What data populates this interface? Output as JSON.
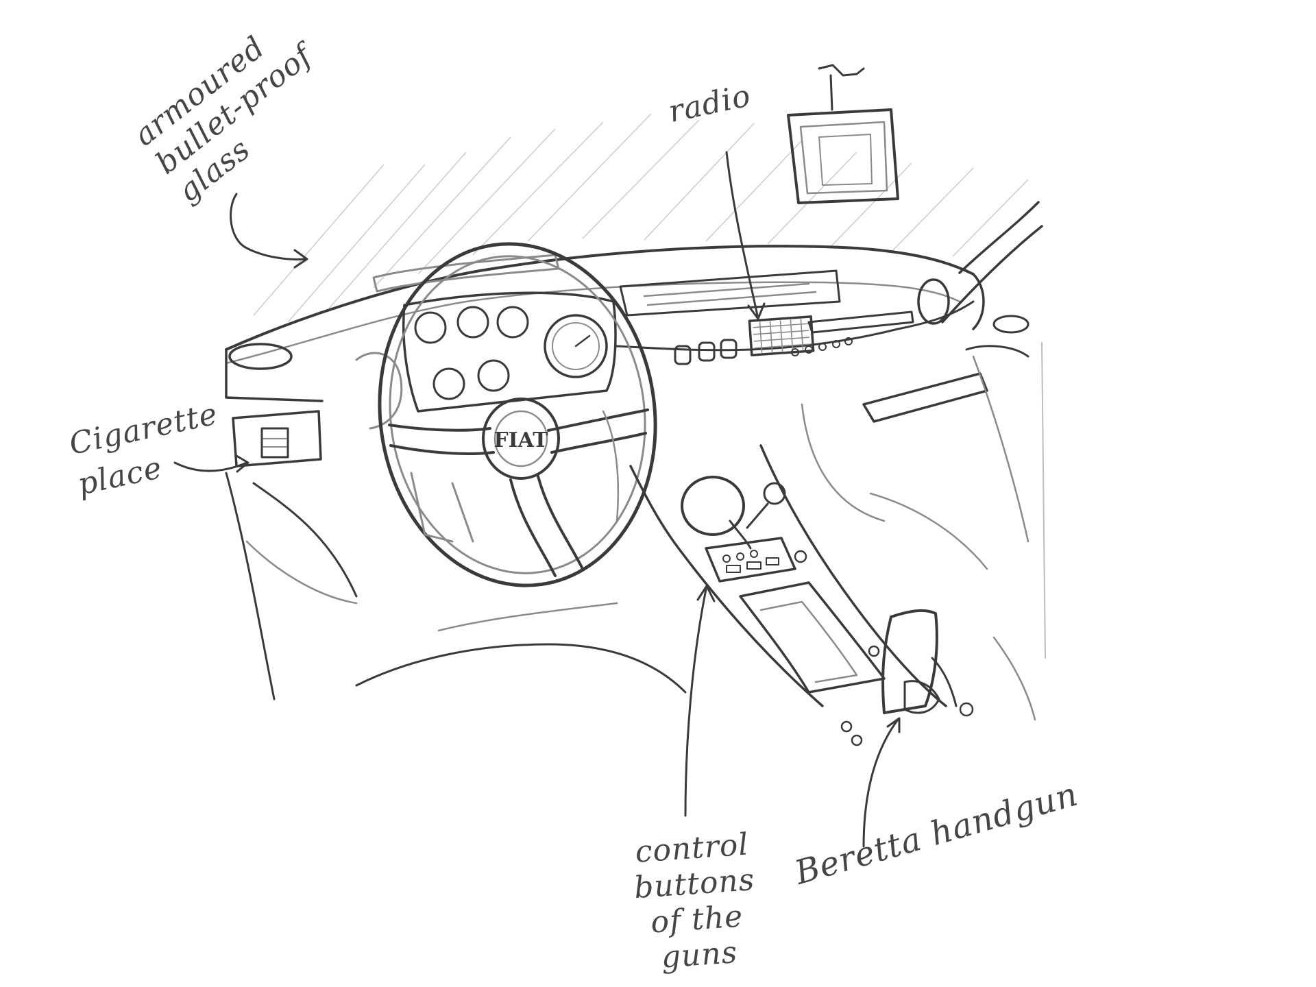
{
  "labels": {
    "glass": "armoured\nbullet-proof\nglass",
    "radio": "radio",
    "cigarette": "Cigarette\nplace",
    "control": "control\nbuttons\nof the\nguns",
    "beretta": "Beretta handgun"
  },
  "emblem": "FIAT",
  "colors": {
    "ink": "#3a3a3a",
    "paper": "#ffffff"
  }
}
